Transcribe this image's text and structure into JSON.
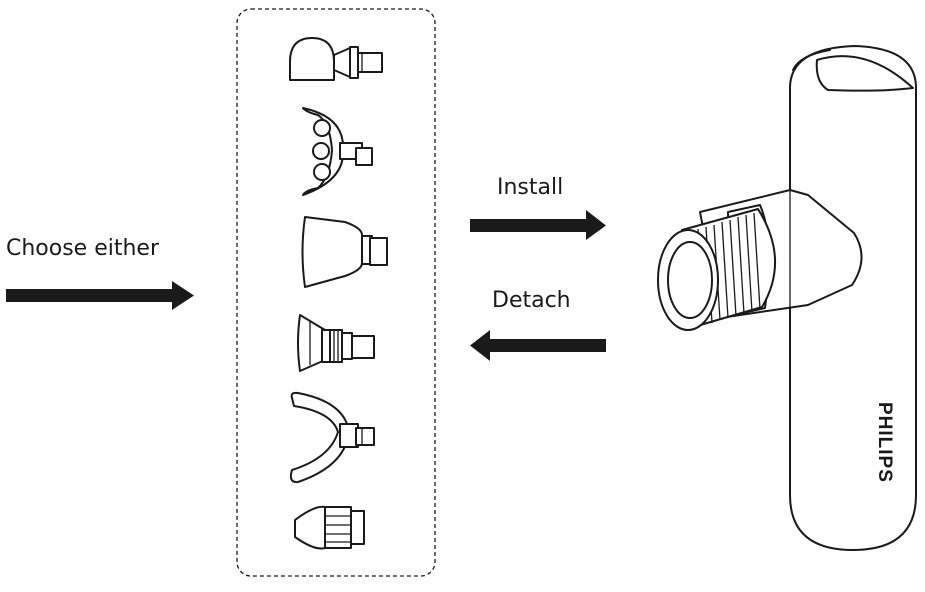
{
  "labels": {
    "choose": "Choose either",
    "install": "Install",
    "detach": "Detach"
  },
  "device": {
    "brand": "PHILIPS"
  },
  "attachments": [
    "round-head-attachment",
    "claw-attachment",
    "flat-head-attachment",
    "mushroom-head-attachment",
    "u-shape-attachment",
    "bullet-head-attachment"
  ],
  "colors": {
    "ink": "#1a1a1a",
    "background": "#ffffff"
  }
}
